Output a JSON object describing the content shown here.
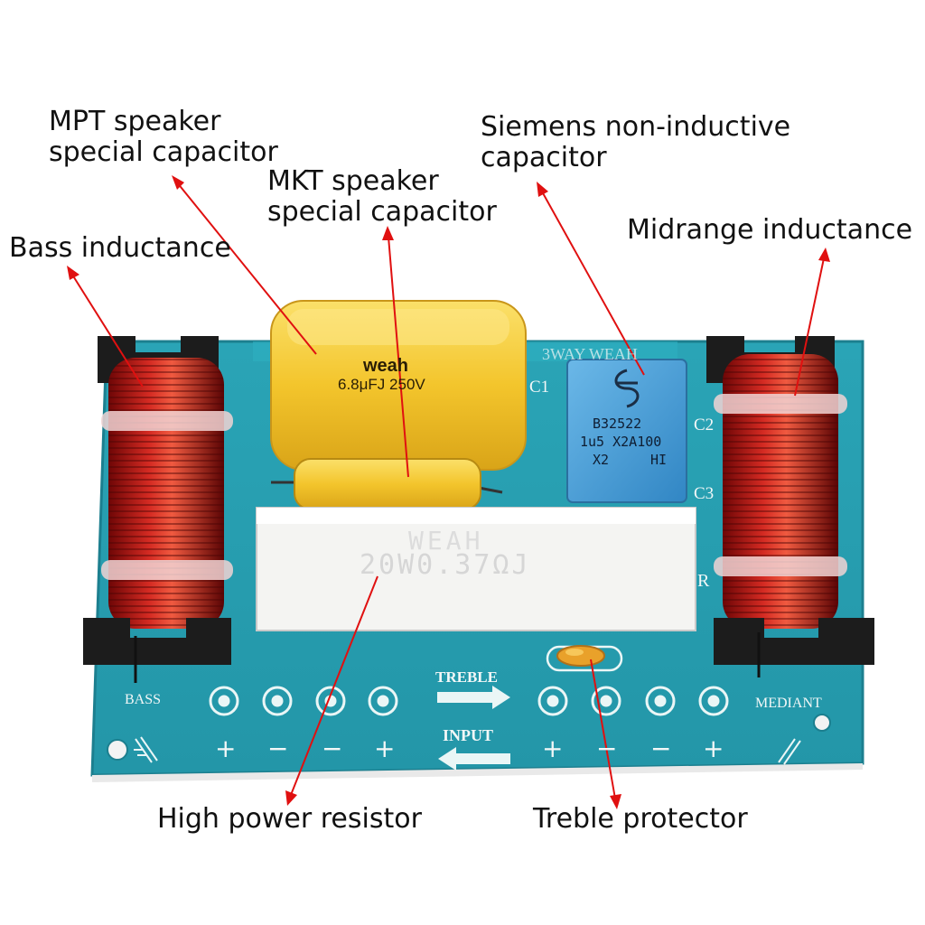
{
  "labels": {
    "mpt_capacitor": [
      "MPT speaker",
      "special capacitor"
    ],
    "mkt_capacitor": [
      "MKT speaker",
      "special capacitor"
    ],
    "siemens_capacitor": [
      "Siemens non-inductive",
      "capacitor"
    ],
    "bass_inductance": "Bass inductance",
    "midrange_inductance": "Midrange inductance",
    "high_power_resistor": "High power resistor",
    "treble_protector": "Treble protector"
  },
  "board": {
    "bass": "BASS",
    "mediant": "MEDIANT",
    "treble": "TREBLE",
    "input": "INPUT",
    "c1": "C1",
    "c2": "C2",
    "c3": "C3",
    "r": "R",
    "header_fragment": "3WAY WEAH",
    "terminal_signs": [
      "+",
      "−",
      "−",
      "+",
      "+",
      "−",
      "−",
      "+"
    ]
  },
  "components": {
    "mpt_cap_brand": "weah",
    "mpt_cap_rating": "6.8μFJ 250V",
    "siemens_code": "B32522",
    "siemens_value": "1u5 X2A100",
    "siemens_class": "X2",
    "siemens_suffix": "HI",
    "resistor_brand": "WEAH",
    "resistor_rating": "20W0.37ΩJ"
  },
  "colors": {
    "pcb": "#2aa6b8",
    "arrow": "#e01010",
    "coil_copper": "#b01818",
    "mpt_cap": "#f5cf3a",
    "siemens_cap": "#4a9fd8",
    "resistor": "#f4f4f2"
  }
}
